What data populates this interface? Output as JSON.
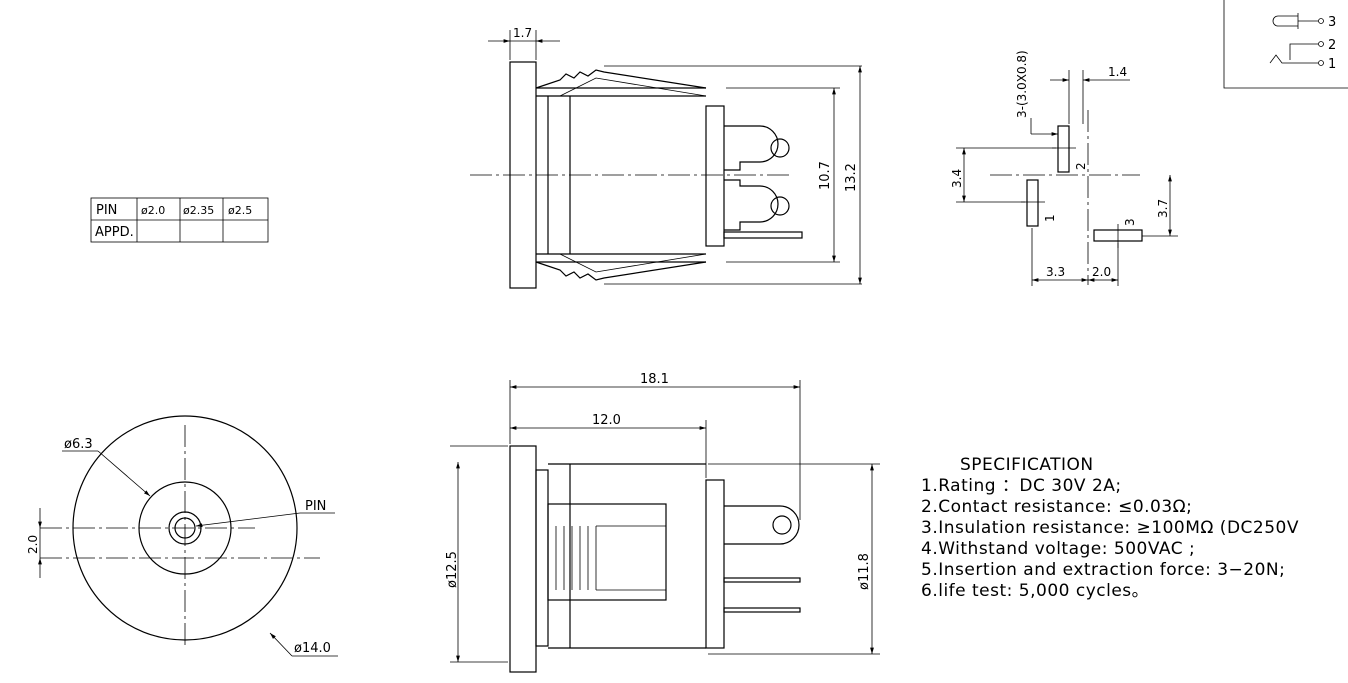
{
  "pin_table": {
    "header": [
      "PIN",
      "ø2.0",
      "ø2.35",
      "ø2.5"
    ],
    "row_label": "APPD."
  },
  "side_view": {
    "flange_dim": "1.7",
    "inner_height_dim": "10.7",
    "outer_height_dim": "13.2"
  },
  "pin_layout": {
    "hole_spec": "3-(3.0X0.8)",
    "dim_1_4": "1.4",
    "dim_3_4": "3.4",
    "dim_3_7": "3.7",
    "dim_3_3": "3.3",
    "dim_2_0": "2.0",
    "label_1": "1",
    "label_2": "2",
    "label_3": "3"
  },
  "schematic": {
    "pin3": "3",
    "pin2": "2",
    "pin1": "1"
  },
  "front_view": {
    "dia_inner": "ø6.3",
    "pin_label": "PIN",
    "offset": "2.0",
    "dia_outer": "ø14.0"
  },
  "top_view": {
    "length_total": "18.1",
    "length_body": "12.0",
    "dia_flange": "ø12.5",
    "dia_body": "ø11.8"
  },
  "specification": {
    "title": "SPECIFICATION",
    "lines": [
      "1.Rating ：DC 30V 2A;",
      "2.Contact resistance: ≤0.03Ω;",
      "3.Insulation resistance: ≥100MΩ (DC250V",
      "4.Withstand voltage: 500VAC ;",
      "5.Insertion and extraction force: 3−20N;",
      "6.life test: 5,000 cycles。"
    ]
  }
}
